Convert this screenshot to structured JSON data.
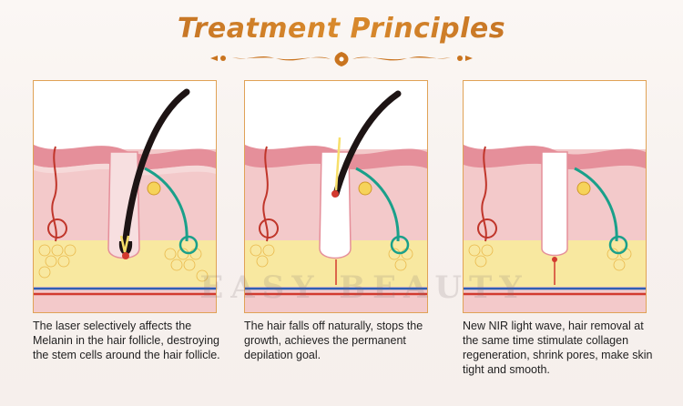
{
  "title": "Treatment Principles",
  "watermark": "EASY BEAUTY",
  "colors": {
    "title_gold": "#c9741f",
    "panel_border": "#e0a256",
    "skin_pink": "#f1c4c6",
    "epidermis": "#e9a3a8",
    "fat_yellow": "#f7df6a",
    "hair": "#1d1414",
    "nerve_teal": "#1aa08a",
    "vessel_red": "#c0352a"
  },
  "panels": [
    {
      "caption": "The laser selectively affects the Melanin in the hair follicle, destroying the stem cells around the hair follicle."
    },
    {
      "caption": "The hair falls off naturally, stops the growth, achieves the permanent depilation goal."
    },
    {
      "caption": "New NIR light wave, hair removal at the same time stimulate collagen regeneration, shrink pores, make skin tight and smooth."
    }
  ]
}
